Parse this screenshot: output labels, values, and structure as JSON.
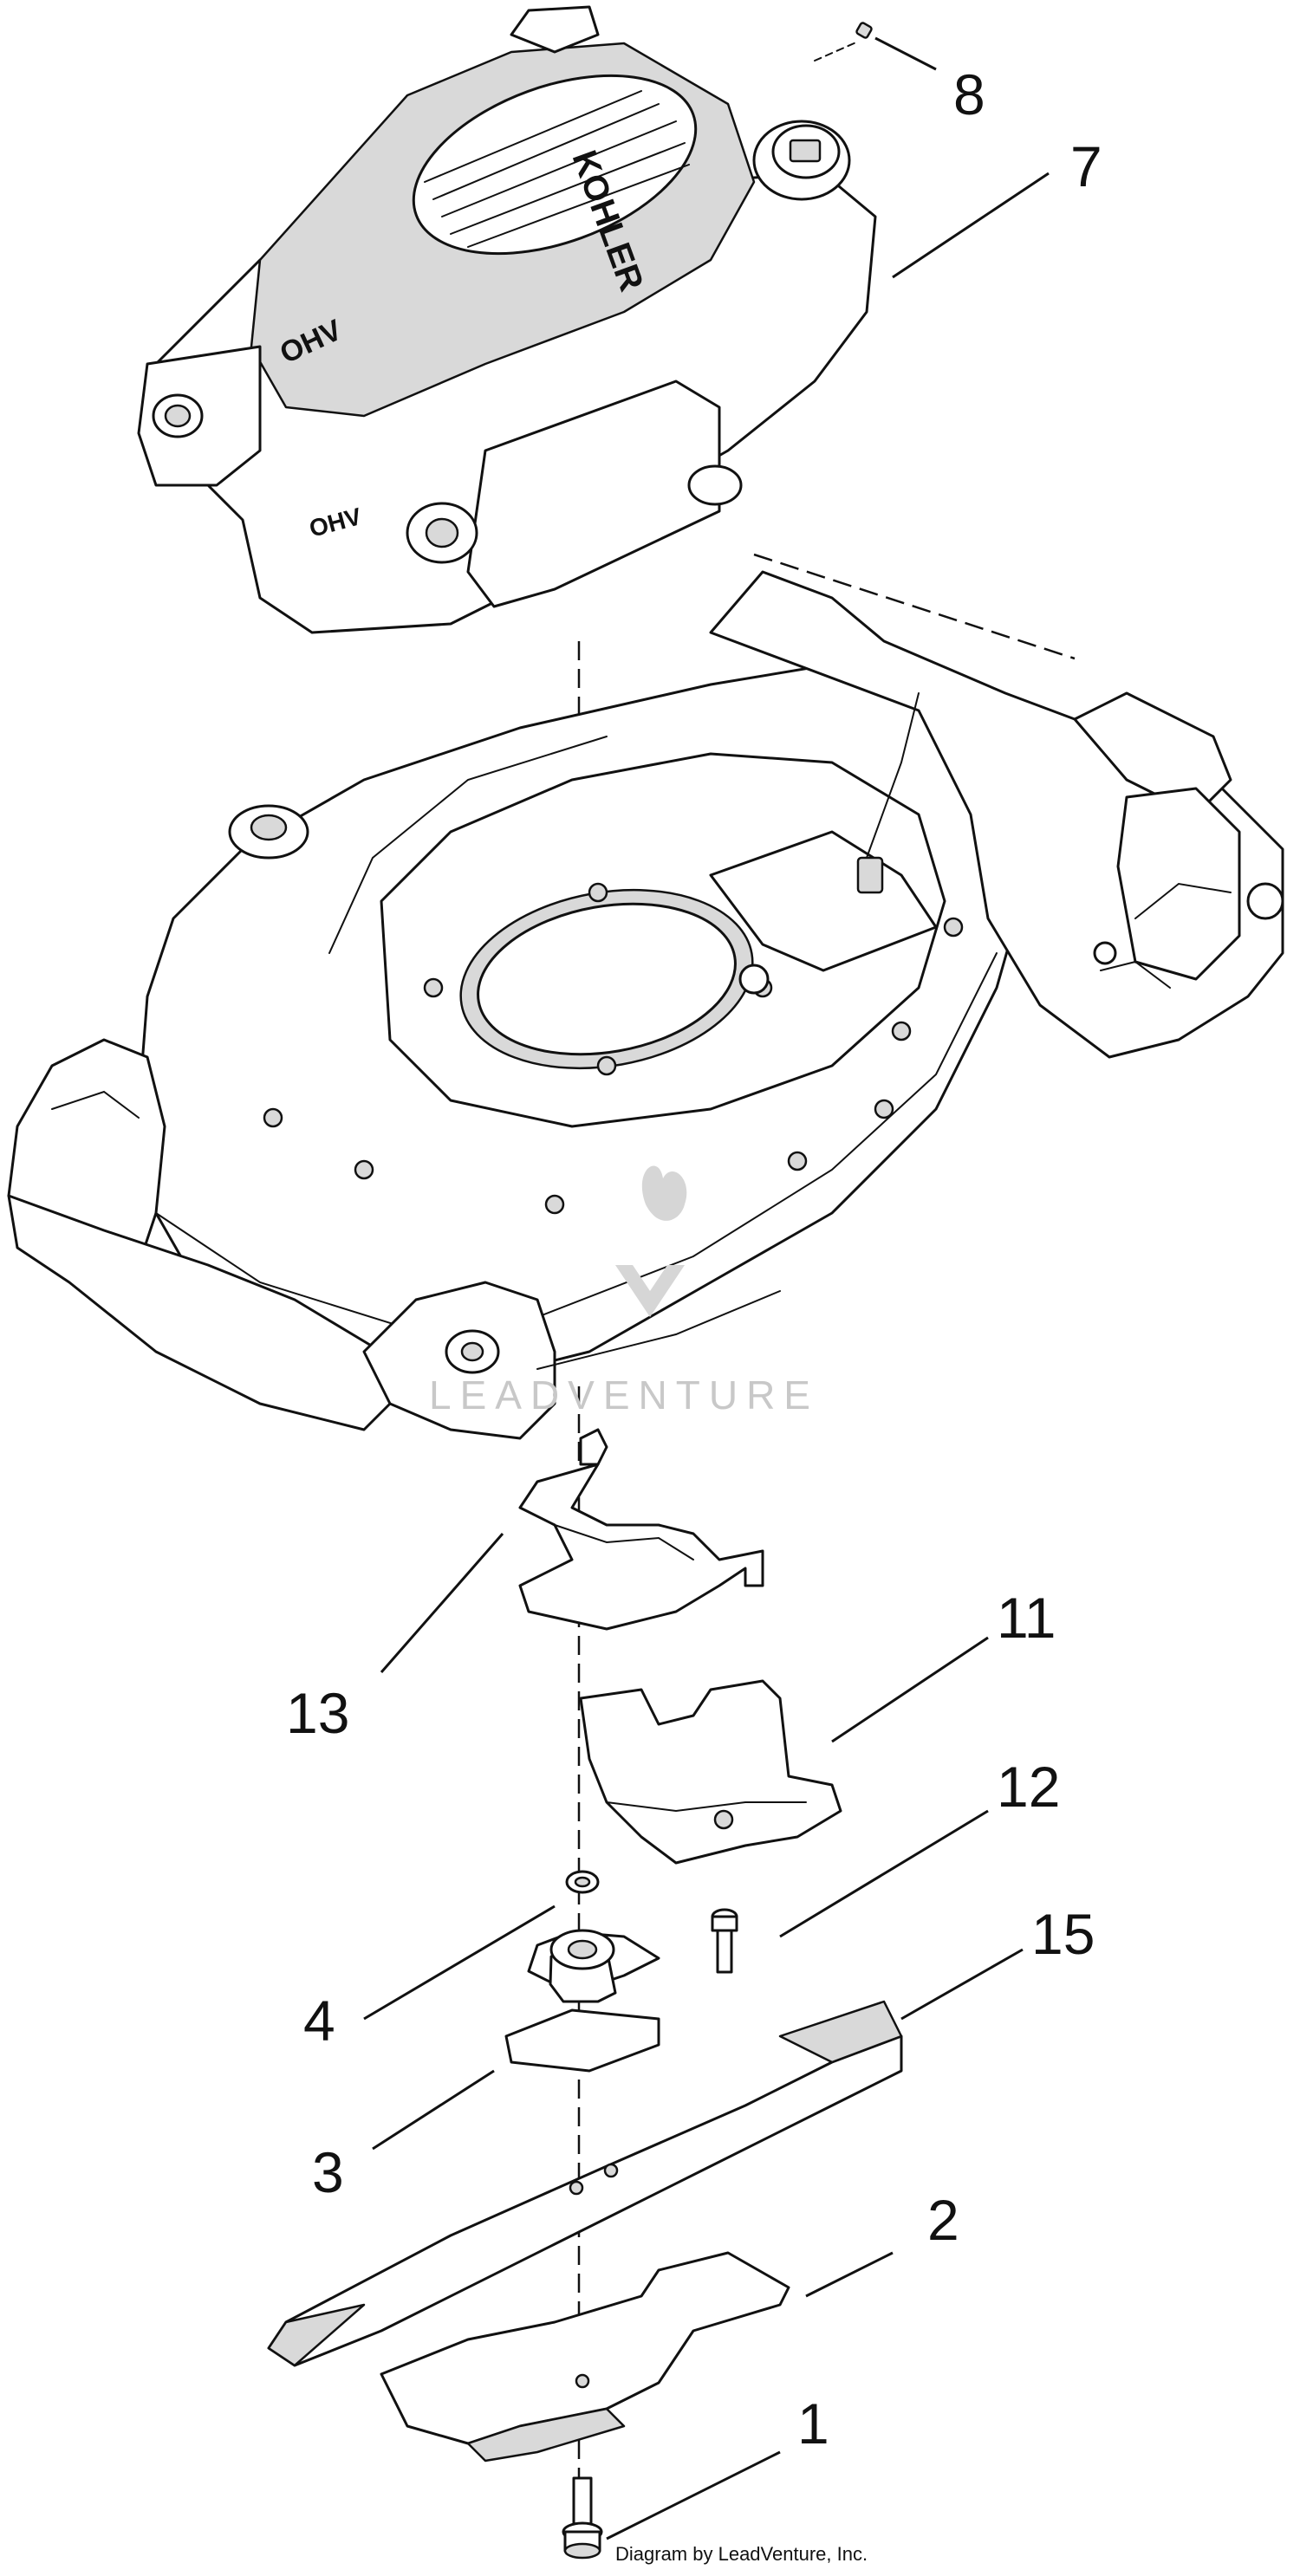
{
  "engine_labels": {
    "brand": "KOHLER",
    "cover_mark": "OHV",
    "side_mark": "OHV"
  },
  "watermark": "LEADVENTURE",
  "credit": "Diagram by LeadVenture, Inc.",
  "callouts": {
    "c8": "8",
    "c7": "7",
    "c13": "13",
    "c11": "11",
    "c12": "12",
    "c4": "4",
    "c15": "15",
    "c3": "3",
    "c2": "2",
    "c1": "1"
  }
}
